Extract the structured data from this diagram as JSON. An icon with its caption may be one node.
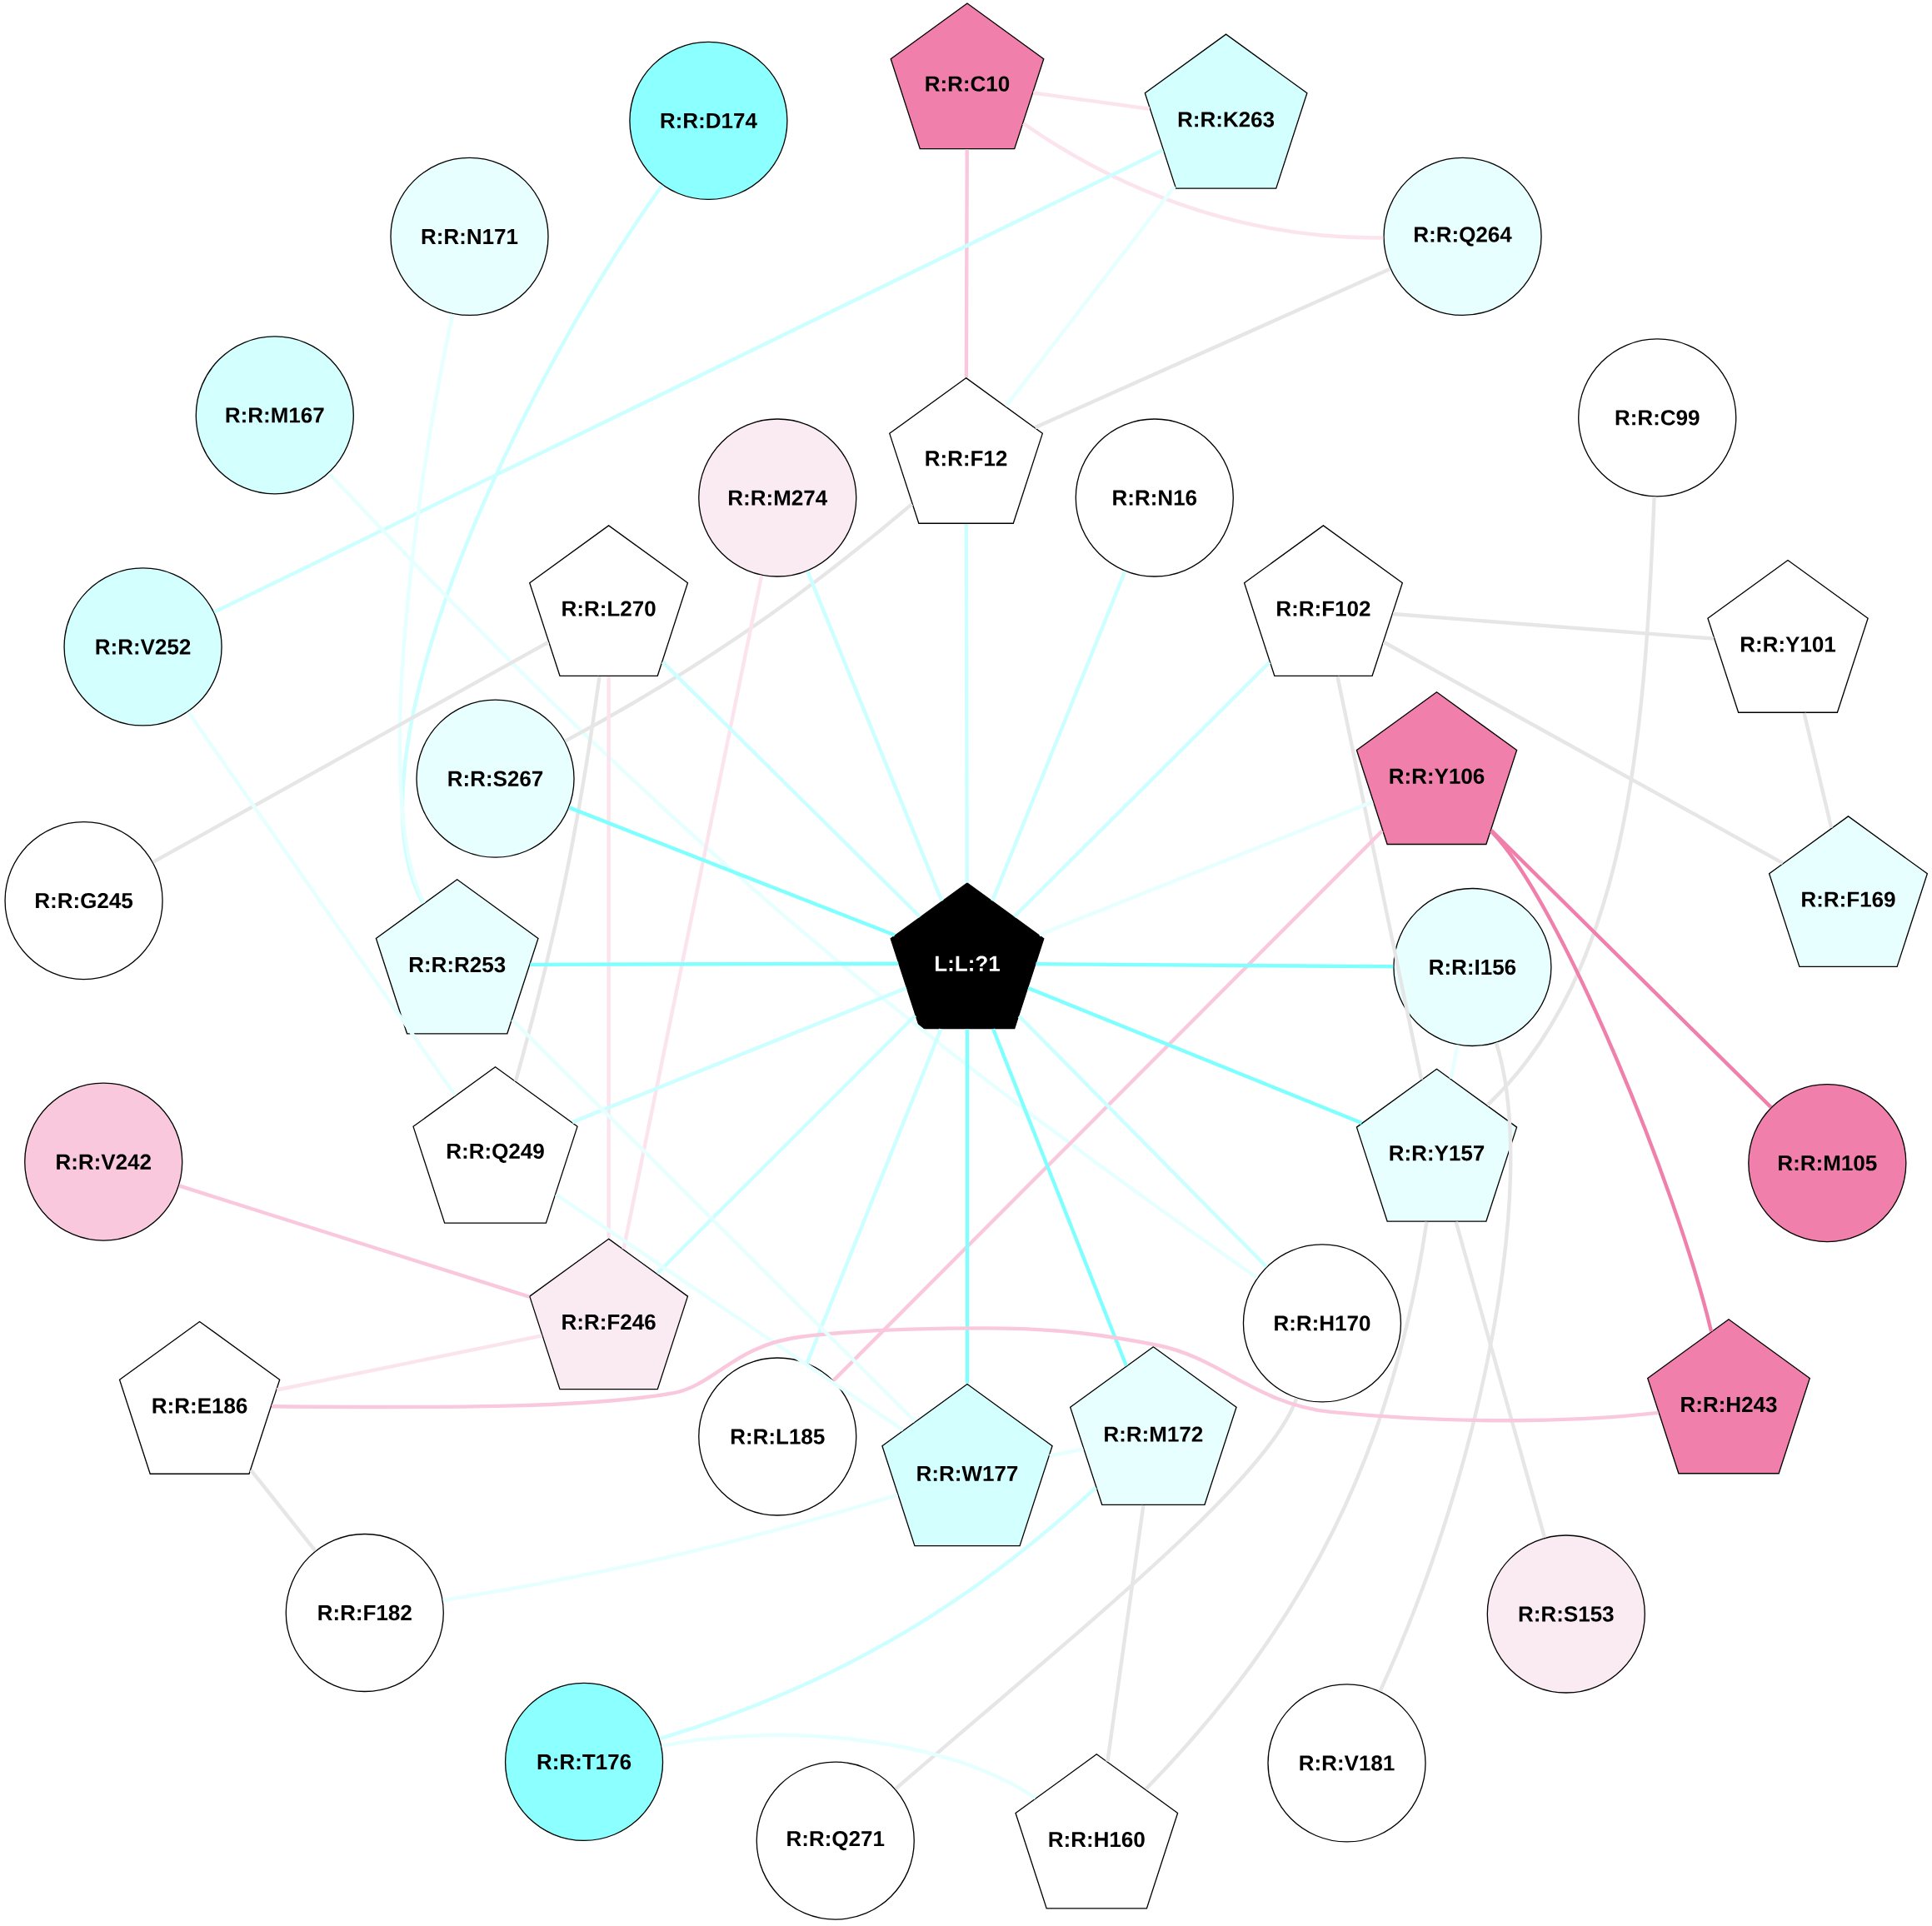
{
  "diagram": {
    "nodes": [
      {
        "text": [
          "R:R:C10"
        ]
      },
      {
        "text": [
          "R:R:K263"
        ]
      },
      {
        "text": [
          "R:R:D174"
        ]
      },
      {
        "text": [
          "R:R:N171"
        ]
      },
      {
        "text": [
          "R:R:Q264"
        ]
      },
      {
        "text": [
          "R:R:M167"
        ]
      },
      {
        "text": [
          "R:R:C99"
        ]
      },
      {
        "text": [
          "R:R:F12"
        ]
      },
      {
        "text": [
          "R:R:M274"
        ]
      },
      {
        "text": [
          "R:R:N16"
        ]
      },
      {
        "text": [
          "R:R:L270"
        ]
      },
      {
        "text": [
          "R:R:F102"
        ]
      },
      {
        "text": [
          "R:R:V252"
        ]
      },
      {
        "text": [
          "R:R:Y101"
        ]
      },
      {
        "text": [
          "R:R:S267"
        ]
      },
      {
        "text": [
          "R:R:Y106"
        ]
      },
      {
        "text": [
          "R:R:G245"
        ]
      },
      {
        "text": [
          "R:R:F169"
        ]
      },
      {
        "text": [
          "R:R:R253"
        ]
      },
      {
        "text": [
          "L:L:?1"
        ]
      },
      {
        "text": [
          "R:R:I156"
        ]
      },
      {
        "text": [
          "R:R:Q249"
        ]
      },
      {
        "text": [
          "R:R:Y157"
        ]
      },
      {
        "text": [
          "R:R:V242"
        ]
      },
      {
        "text": [
          "R:R:M105"
        ]
      },
      {
        "text": [
          "R:R:F246"
        ]
      },
      {
        "text": [
          "R:R:H170"
        ]
      },
      {
        "text": [
          "R:R:E186"
        ]
      },
      {
        "text": [
          "R:R:H243"
        ]
      },
      {
        "text": [
          "R:R:L185"
        ]
      },
      {
        "text": [
          "R:R:M172"
        ]
      },
      {
        "text": [
          "R:R:W177"
        ]
      },
      {
        "text": [
          "R:R:F182"
        ]
      },
      {
        "text": [
          "R:R:S153"
        ]
      },
      {
        "text": [
          "R:R:T176"
        ]
      },
      {
        "text": [
          "R:R:V181"
        ]
      },
      {
        "text": [
          "R:R:H160"
        ]
      },
      {
        "text": [
          "R:R:Q271"
        ]
      }
    ],
    "edges": [
      {
        "from": 0,
        "to": 1,
        "arrow": "none",
        "color": "#fbe4ee"
      },
      {
        "from": 0,
        "to": 4,
        "arrow": "none",
        "color": "#fbe4ee"
      },
      {
        "from": 0,
        "to": 7,
        "arrow": "none",
        "color": "#f9c8dc"
      },
      {
        "from": 1,
        "to": 7,
        "arrow": "none",
        "color": "#e6ffff"
      },
      {
        "from": 1,
        "to": 12,
        "arrow": "none",
        "color": "#ccffff"
      },
      {
        "from": 2,
        "to": 18,
        "arrow": "none",
        "color": "#ccffff"
      },
      {
        "from": 3,
        "to": 18,
        "arrow": "none",
        "color": "#e6ffff"
      },
      {
        "from": 4,
        "to": 7,
        "arrow": "none"
      },
      {
        "from": 5,
        "to": 26,
        "arrow": "none",
        "color": "#e6ffff"
      },
      {
        "from": 6,
        "to": 22,
        "arrow": "none"
      },
      {
        "from": 7,
        "to": 14,
        "arrow": "none"
      },
      {
        "from": 7,
        "to": 19,
        "arrow": "none",
        "color": "#ccffff"
      },
      {
        "from": 8,
        "to": 25,
        "arrow": "none",
        "color": "#fbe4ee"
      },
      {
        "from": 8,
        "to": 19,
        "arrow": "none",
        "color": "#ccffff"
      },
      {
        "from": 9,
        "to": 19,
        "arrow": "none",
        "color": "#ccffff"
      },
      {
        "from": 10,
        "to": 16,
        "arrow": "none"
      },
      {
        "from": 10,
        "to": 19,
        "arrow": "none",
        "color": "#ccffff"
      },
      {
        "from": 10,
        "to": 21,
        "arrow": "none"
      },
      {
        "from": 10,
        "to": 25,
        "arrow": "none",
        "color": "#fbe4ee"
      },
      {
        "from": 11,
        "to": 13,
        "arrow": "none"
      },
      {
        "from": 11,
        "to": 17,
        "arrow": "none"
      },
      {
        "from": 11,
        "to": 19,
        "arrow": "none",
        "color": "#ccffff"
      },
      {
        "from": 11,
        "to": 22,
        "arrow": "none"
      },
      {
        "from": 12,
        "to": 21,
        "arrow": "none",
        "color": "#e6ffff"
      },
      {
        "from": 13,
        "to": 17,
        "arrow": "none"
      },
      {
        "from": 14,
        "to": 19,
        "arrow": "none",
        "color": "#80ffff"
      },
      {
        "from": 15,
        "to": 19,
        "arrow": "none",
        "color": "#e6ffff"
      },
      {
        "from": 15,
        "to": 24,
        "arrow": "none",
        "color": "#f07fab"
      },
      {
        "from": 15,
        "to": 28,
        "arrow": "none",
        "color": "#f07fab"
      },
      {
        "from": 15,
        "to": 29,
        "arrow": "none",
        "color": "#f9c8dc"
      },
      {
        "from": 18,
        "to": 19,
        "arrow": "none",
        "color": "#80ffff"
      },
      {
        "from": 19,
        "to": 20,
        "arrow": "none",
        "color": "#80ffff"
      },
      {
        "from": 19,
        "to": 21,
        "arrow": "none",
        "color": "#ccffff"
      },
      {
        "from": 19,
        "to": 22,
        "arrow": "none",
        "color": "#80ffff"
      },
      {
        "from": 19,
        "to": 25,
        "arrow": "none",
        "color": "#ccffff"
      },
      {
        "from": 19,
        "to": 26,
        "arrow": "none",
        "color": "#ccffff"
      },
      {
        "from": 19,
        "to": 29,
        "arrow": "none",
        "color": "#ccffff"
      },
      {
        "from": 19,
        "to": 30,
        "arrow": "none",
        "color": "#80ffff"
      },
      {
        "from": 19,
        "to": 31,
        "arrow": "none",
        "color": "#80ffff"
      },
      {
        "from": 20,
        "to": 22,
        "arrow": "none",
        "color": "#e6ffff"
      },
      {
        "from": 20,
        "to": 35,
        "arrow": "none"
      },
      {
        "from": 21,
        "to": 31,
        "arrow": "none",
        "color": "#e6ffff"
      },
      {
        "from": 22,
        "to": 33,
        "arrow": "none"
      },
      {
        "from": 22,
        "to": 36,
        "arrow": "none"
      },
      {
        "from": 23,
        "to": 25,
        "arrow": "none",
        "color": "#f9c8dc"
      },
      {
        "from": 25,
        "to": 27,
        "arrow": "none",
        "color": "#fbe4ee"
      },
      {
        "from": 26,
        "to": 37,
        "arrow": "none"
      },
      {
        "from": 27,
        "to": 28,
        "arrow": "none",
        "color": "#f9c8dc"
      },
      {
        "from": 27,
        "to": 32,
        "arrow": "none"
      },
      {
        "from": 30,
        "to": 31,
        "arrow": "none",
        "color": "#e6ffff"
      },
      {
        "from": 30,
        "to": 34,
        "arrow": "none",
        "color": "#ccffff"
      },
      {
        "from": 30,
        "to": 36,
        "arrow": "none"
      },
      {
        "from": 31,
        "to": 32,
        "arrow": "none",
        "color": "#e6ffff"
      },
      {
        "from": 34,
        "to": 36,
        "arrow": "none",
        "color": "#e6ffff"
      },
      {
        "from": 18,
        "to": 31,
        "arrow": "none",
        "color": "#e6ffff"
      }
    ]
  }
}
